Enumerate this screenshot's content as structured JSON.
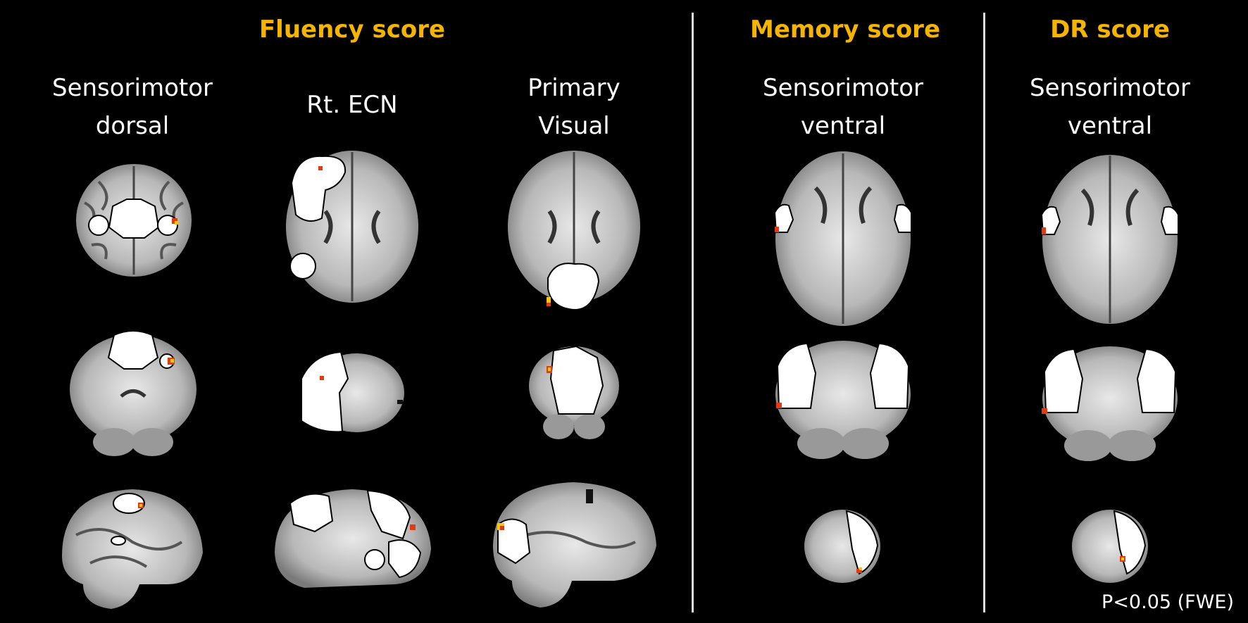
{
  "headers": {
    "fluency": "Fluency score",
    "memory": "Memory score",
    "dr": "DR score"
  },
  "columns": [
    {
      "line1": "Sensorimotor",
      "line2": "dorsal"
    },
    {
      "line1": "Rt.  ECN",
      "line2": ""
    },
    {
      "line1": "Primary",
      "line2": "Visual"
    },
    {
      "line1": "Sensorimotor",
      "line2": "ventral"
    },
    {
      "line1": "Sensorimotor",
      "line2": "ventral"
    }
  ],
  "footnote": "P<0.05 (FWE)",
  "colors": {
    "background": "#000000",
    "header": "#f5b400",
    "activation_red": "#e23a12",
    "activation_yellow": "#ffc21a",
    "network_mask": "#ffffff"
  },
  "views": [
    "axial",
    "coronal",
    "sagittal"
  ]
}
